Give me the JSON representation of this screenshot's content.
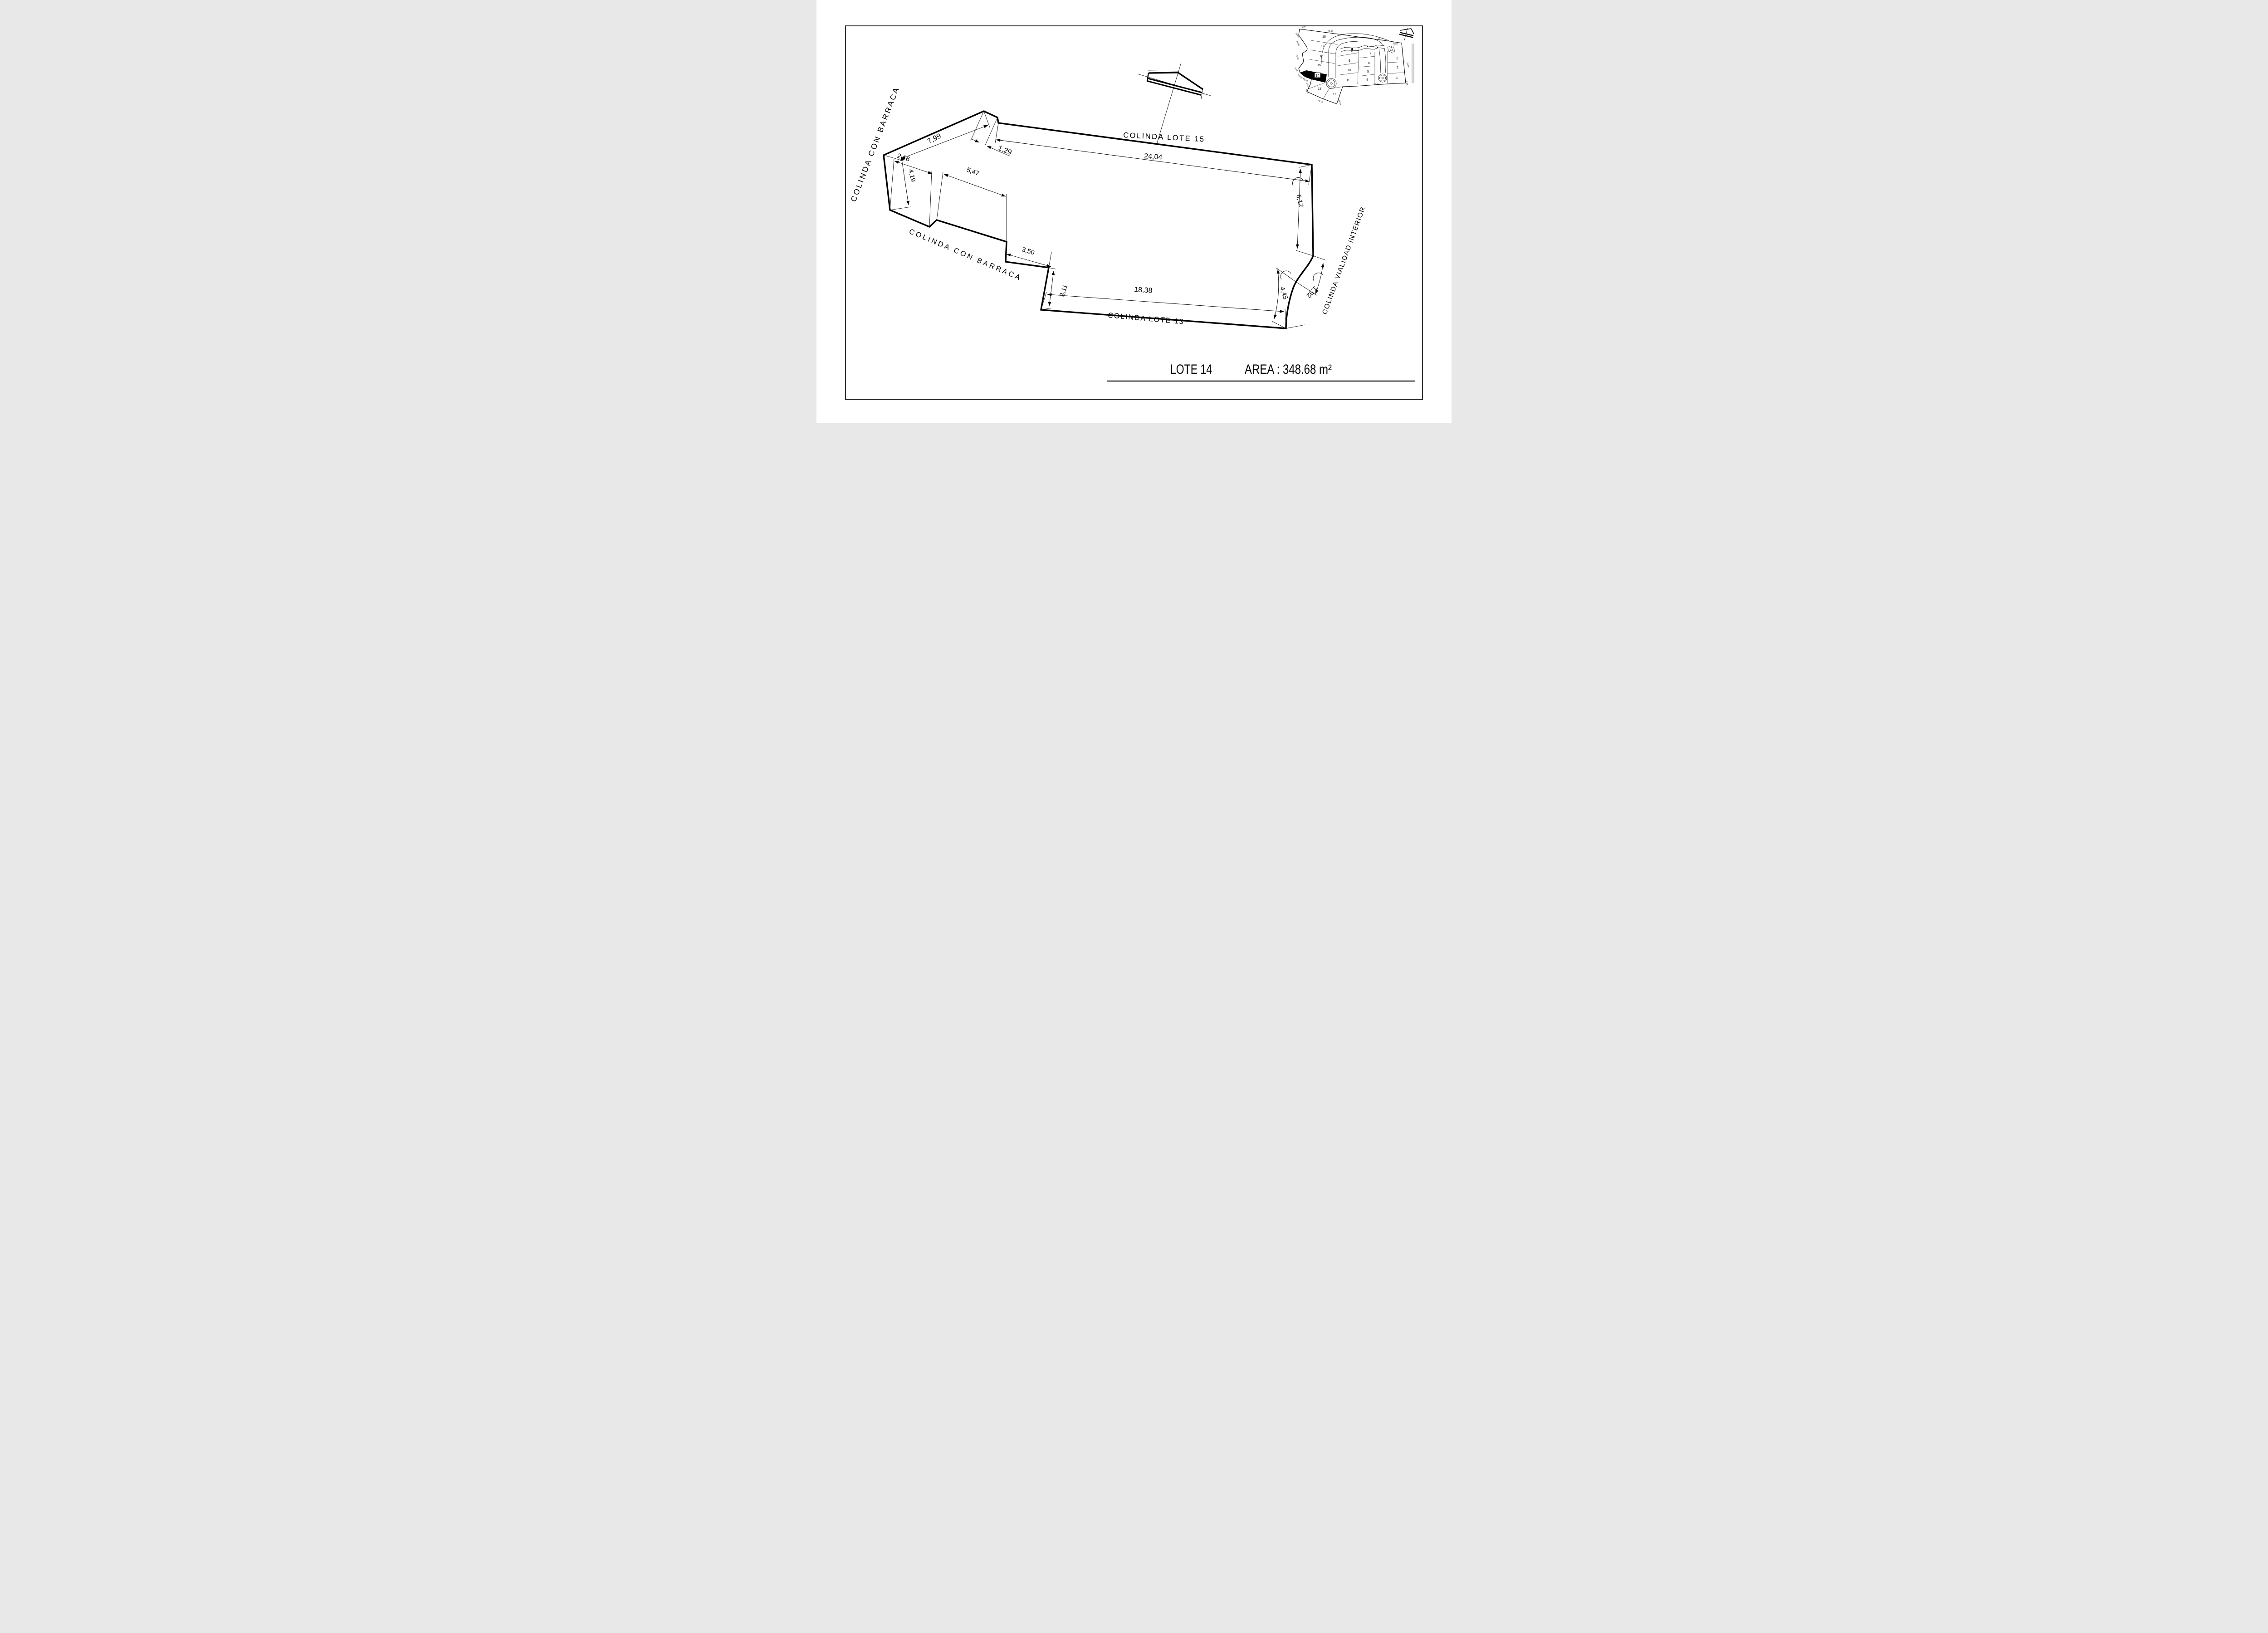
{
  "title": {
    "lot": "LOTE 14",
    "area": "AREA :  348.68 m²"
  },
  "boundary_labels": {
    "upper_left": "COLINDA CON BARRACA",
    "lower_left": "COLINDA CON BARRACA",
    "top": "COLINDA LOTE 15",
    "bottom": "COLINDA LOTE 13",
    "right": "COLINDA VIALIDAD INTERIOR"
  },
  "dims": {
    "d799": "7,99",
    "d129": "1,29",
    "d2404": "24,04",
    "d419": "4,19",
    "d216": "2.16",
    "d547": "5,47",
    "d350": "3,50",
    "d311": "3,11",
    "d1838": "18,38",
    "d612": "6,12",
    "d192": "1,92",
    "d445": "4,45"
  },
  "inset": {
    "lots": [
      "1",
      "2",
      "3",
      "4",
      "5",
      "6",
      "7",
      "8",
      "9",
      "10",
      "11",
      "12",
      "13",
      "14",
      "15",
      "16",
      "17",
      "18"
    ],
    "highlighted_lot": "14",
    "edge_dims": [
      "5.25",
      "53.42",
      "10.00",
      "11.50",
      "25.80",
      "6.90",
      "4.60",
      "5.46",
      "3.50",
      "10.40",
      "5.40",
      "40.10",
      "24.68",
      "76.88",
      "87.08",
      "29.58",
      "9.88"
    ]
  }
}
